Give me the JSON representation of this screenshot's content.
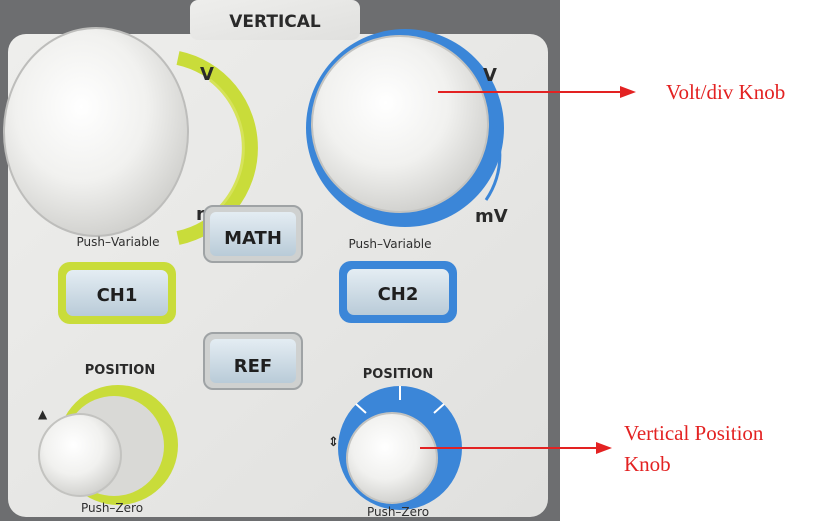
{
  "panel": {
    "title": "VERTICAL",
    "ch1_volt_knob": {
      "top_label": "V",
      "bottom_label": "mV",
      "caption": "Push–Variable"
    },
    "ch2_volt_knob": {
      "top_label": "V",
      "bottom_label": "mV",
      "caption": "Push–Variable"
    },
    "buttons": {
      "math": "MATH",
      "ch1": "CH1",
      "ch2": "CH2",
      "ref": "REF"
    },
    "ch1_position": {
      "label": "POSITION",
      "caption": "Push–Zero"
    },
    "ch2_position": {
      "label": "POSITION",
      "caption": "Push–Zero"
    }
  },
  "annotations": {
    "volt_div": "Volt/div Knob",
    "vertical_position_line1": "Vertical Position",
    "vertical_position_line2": "Knob"
  },
  "colors": {
    "panel": "#e9e9e7",
    "ch1_accent": "#c9dc3a",
    "ch2_accent": "#3b86d8",
    "annotation": "#e32222"
  }
}
